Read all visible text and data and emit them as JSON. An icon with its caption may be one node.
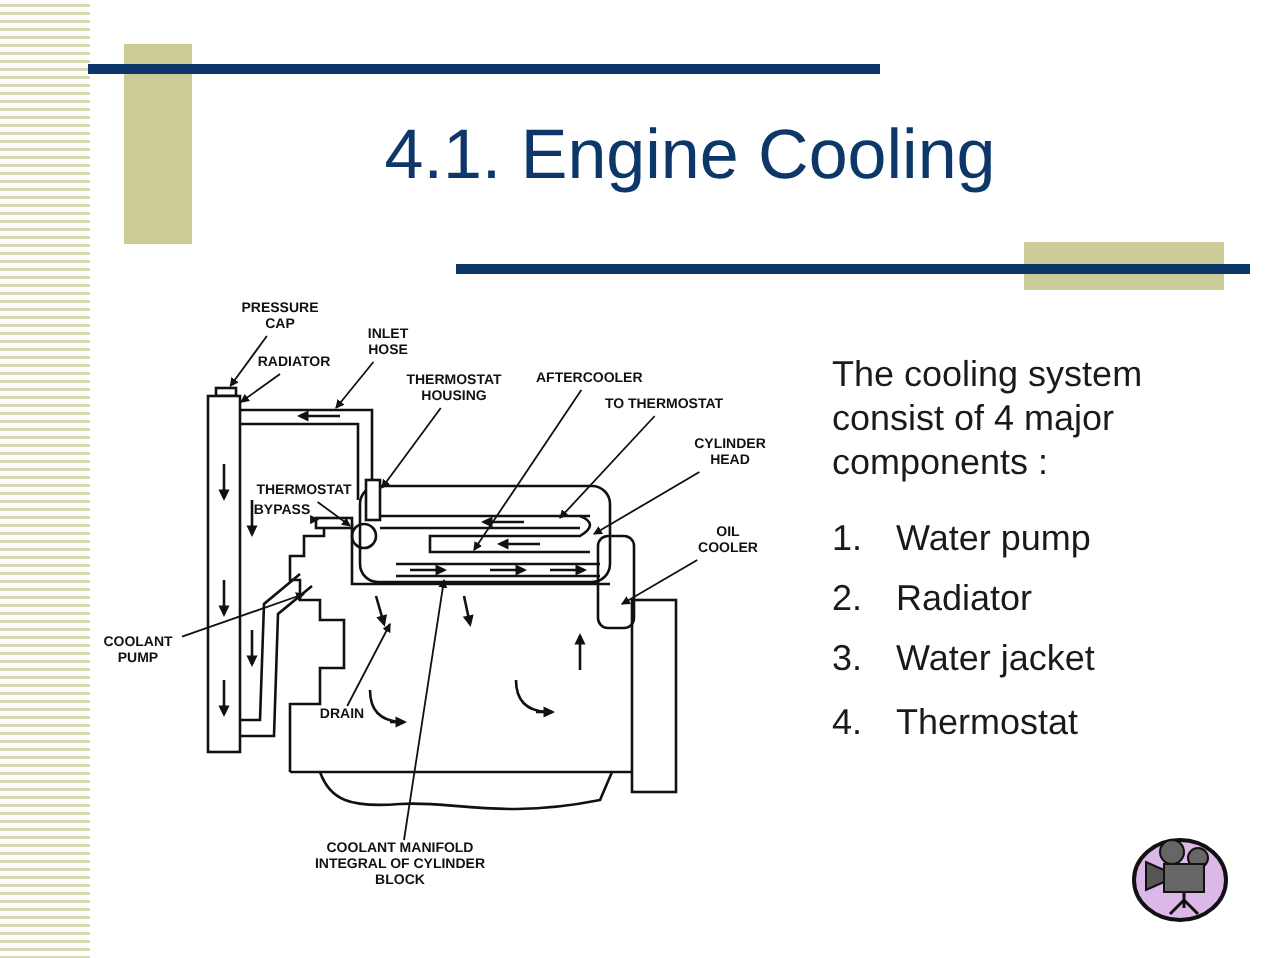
{
  "diagram": {
    "title": "4.1. Engine Cooling",
    "nodes": [
      {
        "text": [
          "PRESSURE CAP"
        ]
      },
      {
        "text": [
          "RADIATOR"
        ]
      },
      {
        "text": [
          "INLET HOSE"
        ]
      },
      {
        "text": [
          "THERMOSTAT HOUSING"
        ]
      },
      {
        "text": [
          "AFTERCOOLER"
        ]
      },
      {
        "text": [
          "TO THERMOSTAT"
        ]
      },
      {
        "text": [
          "CYLINDER HEAD"
        ]
      },
      {
        "text": [
          "THERMOSTAT"
        ]
      },
      {
        "text": [
          "BYPASS"
        ]
      },
      {
        "text": [
          "OIL COOLER"
        ]
      },
      {
        "text": [
          "COOLANT PUMP"
        ]
      },
      {
        "text": [
          "DRAIN"
        ]
      },
      {
        "text": [
          "COOLANT MANIFOLD INTEGRAL OF CYLINDER BLOCK"
        ]
      },
      {
        "text": [],
        "shape": "box"
      },
      {
        "text": [],
        "shape": "pipe"
      },
      {
        "text": [],
        "shape": "box"
      },
      {
        "text": [],
        "shape": "circle"
      },
      {
        "text": [],
        "shape": "box"
      },
      {
        "text": [],
        "shape": "box"
      }
    ],
    "edges": [
      {
        "from": 0,
        "to": 13,
        "arrow": "to"
      },
      {
        "from": 1,
        "to": 18,
        "arrow": "to"
      },
      {
        "from": 2,
        "to": 14,
        "arrow": "to"
      },
      {
        "from": 3,
        "to": 15,
        "arrow": "to"
      },
      {
        "from": 4,
        "to": null,
        "arrow": "to"
      },
      {
        "from": 5,
        "to": null,
        "arrow": "to"
      },
      {
        "from": 6,
        "to": null,
        "arrow": "to"
      },
      {
        "from": 7,
        "to": 16,
        "arrow": "to"
      },
      {
        "from": 8,
        "to": 17,
        "arrow": "to"
      },
      {
        "from": 9,
        "to": null,
        "arrow": "to"
      },
      {
        "from": 10,
        "to": null,
        "arrow": "to"
      },
      {
        "from": 11,
        "to": null,
        "arrow": "to"
      },
      {
        "from": 12,
        "to": null,
        "arrow": "to"
      }
    ],
    "labels": [
      "The cooling system consist of 4 major components :",
      "1.",
      "Water pump",
      "2.",
      "Radiator",
      "3.",
      "Water jacket",
      "4.",
      "Thermostat"
    ]
  }
}
